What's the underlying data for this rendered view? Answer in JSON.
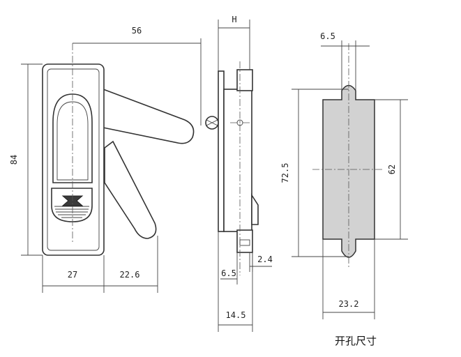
{
  "dimensions": {
    "width_56": "56",
    "height_84": "84",
    "base_27": "27",
    "handle_22_6": "22.6",
    "H": "H",
    "d_2_4": "2.4",
    "d_6_5_side": "6.5",
    "d_14_5": "14.5",
    "d_6_5_top": "6.5",
    "d_72_5": "72.5",
    "d_62": "62",
    "d_23_2": "23.2"
  },
  "caption": "开孔尺寸"
}
